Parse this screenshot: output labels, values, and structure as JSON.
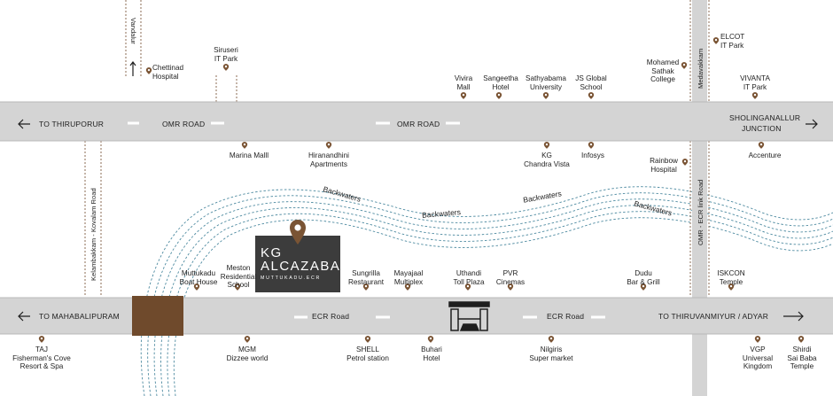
{
  "roads": {
    "omr_top": {
      "left_label": "TO THIRUPORUR",
      "mid_label_1": "OMR ROAD",
      "mid_label_2": "OMR ROAD",
      "right_label_line1": "SHOLINGANALLUR",
      "right_label_line2": "JUNCTION"
    },
    "ecr_bottom": {
      "left_label": "TO MAHABALIPURAM",
      "mid_label_1": "ECR Road",
      "mid_label_2": "ECR Road",
      "right_label": "TO THIRUVANMIYUR / ADYAR"
    },
    "vertical": {
      "vandalur": "Vandalur",
      "kelambakkam": "Kelambakkam - Kovalam Road",
      "medavakkam": "Medavakkam",
      "omr_ecr_link": "OMR - ECR link Road"
    }
  },
  "water_labels": [
    "Backwaters",
    "Backwaters",
    "Backwaters",
    "Backwaters"
  ],
  "project": {
    "name_line1": "KG",
    "name_line2": "ALCAZABA",
    "location": "MUTTUKADU.ECR"
  },
  "landmarks": [
    {
      "name": "Chettinad\nHospital"
    },
    {
      "name": "Siruseri\nIT Park"
    },
    {
      "name": "Vivira\nMall"
    },
    {
      "name": "Sangeetha\nHotel"
    },
    {
      "name": "Sathyabama\nUniversity"
    },
    {
      "name": "JS Global\nSchool"
    },
    {
      "name": "Mohamed\nSathak\nCollege"
    },
    {
      "name": "ELCOT\nIT Park"
    },
    {
      "name": "VIVANTA\nIT Park"
    },
    {
      "name": "Marina Malll"
    },
    {
      "name": "Hiranandhini\nApartments"
    },
    {
      "name": "KG\nChandra Vista"
    },
    {
      "name": "Infosys"
    },
    {
      "name": "Rainbow\nHospital"
    },
    {
      "name": "Accenture"
    },
    {
      "name": "Muttukadu\nBoat House"
    },
    {
      "name": "Meston\nResidential\nSchool"
    },
    {
      "name": "Sungrilla\nRestaurant"
    },
    {
      "name": "Mayajaal\nMultiplex"
    },
    {
      "name": "Uthandi\nToll Plaza"
    },
    {
      "name": "PVR\nCinemas"
    },
    {
      "name": "Dudu\nBar & Grill"
    },
    {
      "name": "ISKCON\nTemple"
    },
    {
      "name": "TAJ\nFisherman's Cove\nResort & Spa"
    },
    {
      "name": "MGM\nDizzee world"
    },
    {
      "name": "SHELL\nPetrol station"
    },
    {
      "name": "Buhari\nHotel"
    },
    {
      "name": "Nilgiris\nSuper market"
    },
    {
      "name": "VGP\nUniversal\nKingdom"
    },
    {
      "name": "Shirdi\nSai Baba\nTemple"
    }
  ],
  "colors": {
    "road": "#d4d4d4",
    "road_edge": "#b8b8b8",
    "pin": "#7a5434",
    "water": "#4d8aa0",
    "bridge": "#6f4a2c",
    "logo_bg": "#3c3c3c",
    "text": "#1e1e1e",
    "dotted": "#8b6b53"
  }
}
